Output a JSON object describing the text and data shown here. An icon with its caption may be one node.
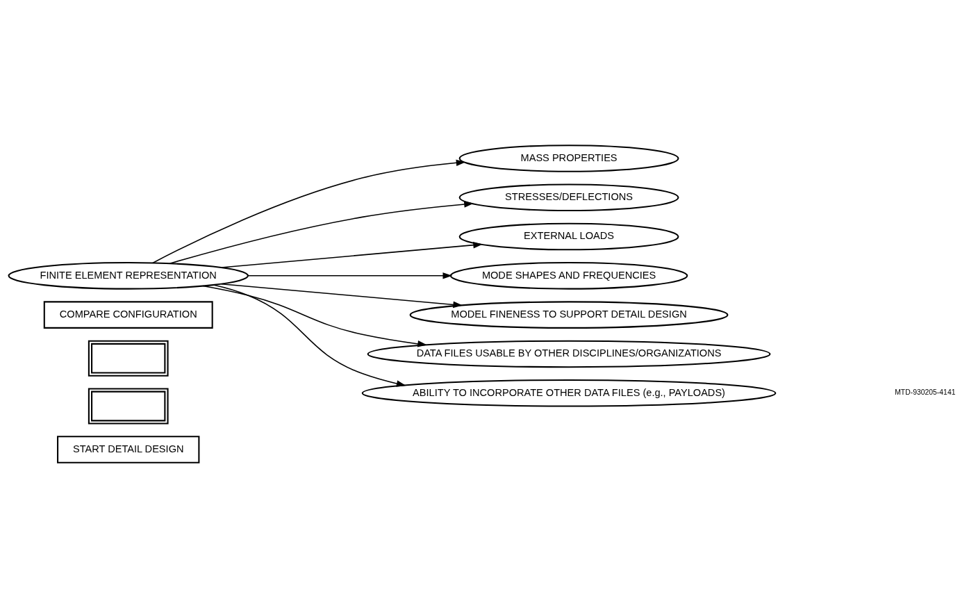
{
  "diagram": {
    "nodes": [
      {
        "text": [
          "COMPARE CONFIGURATION"
        ]
      },
      {
        "text": [],
        "shape": "box"
      },
      {
        "text": [
          "MASS PROPERTIES"
        ]
      },
      {
        "text": [
          "STRESSES/DEFLECTIONS"
        ]
      },
      {
        "text": [
          "EXTERNAL LOADS"
        ]
      },
      {
        "text": [
          "MODE SHAPES AND FREQUENCIES"
        ]
      },
      {
        "text": [
          "FINITE ELEMENT REPRESENTATION"
        ]
      },
      {
        "text": [
          "MODEL FINENESS TO SUPPORT DETAIL DESIGN"
        ]
      },
      {
        "text": [
          "DATA FILES USABLE BY OTHER DISCIPLINES/ORGANIZATIONS"
        ]
      },
      {
        "text": [
          "ABILITY TO INCORPORATE OTHER DATA FILES (e.g., PAYLOADS)"
        ]
      },
      {
        "text": [],
        "shape": "box"
      },
      {
        "text": [
          "START DETAIL DESIGN"
        ]
      }
    ],
    "edges": [
      {
        "from": 6,
        "to": 2,
        "arrow": "to"
      },
      {
        "from": 6,
        "to": 3,
        "arrow": "to"
      },
      {
        "from": 6,
        "to": 4,
        "arrow": "to"
      },
      {
        "from": 6,
        "to": 5,
        "arrow": "to"
      },
      {
        "from": 6,
        "to": 7,
        "arrow": "to"
      },
      {
        "from": 6,
        "to": 8,
        "arrow": "to"
      },
      {
        "from": 6,
        "to": 9,
        "arrow": "to"
      }
    ],
    "labels": [
      "MTD-930205-4141"
    ]
  }
}
